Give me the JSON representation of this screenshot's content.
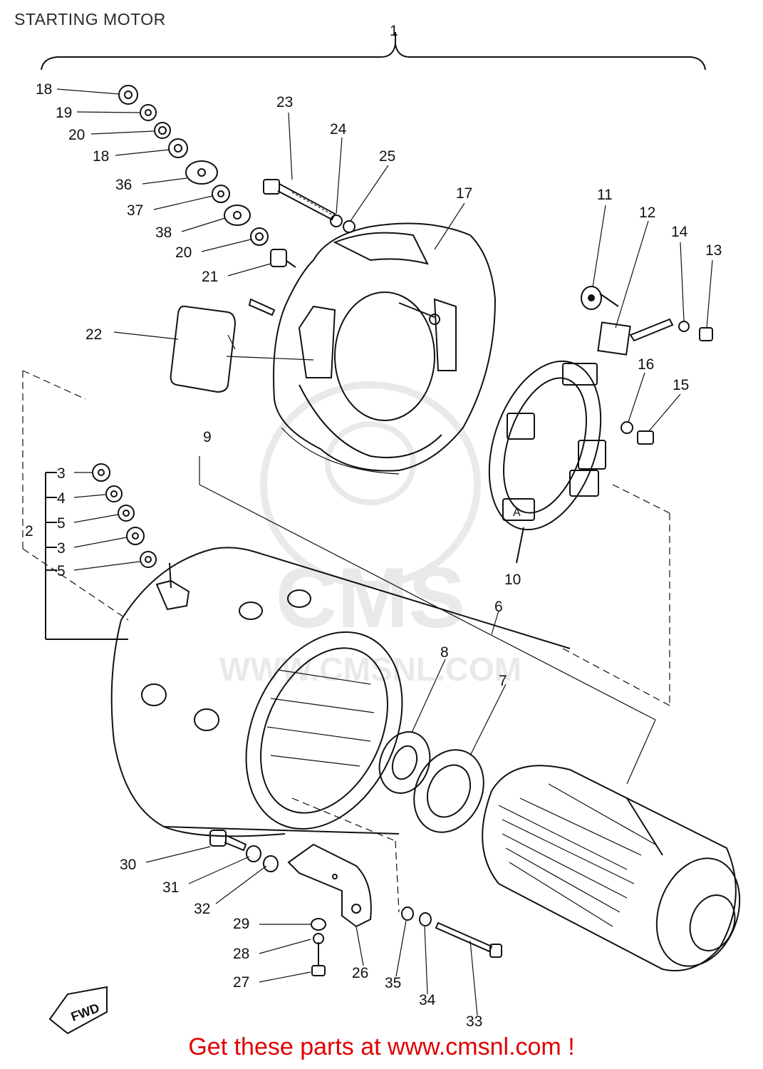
{
  "page": {
    "title": "STARTING MOTOR",
    "footer": "Get these parts at www.cmsnl.com !"
  },
  "watermark": {
    "logo": "CMS",
    "url": "WWW.CMSNL.COM"
  },
  "callouts": {
    "c1": "1",
    "c2": "2",
    "c3a": "3",
    "c3b": "3",
    "c4": "4",
    "c5a": "5",
    "c5b": "5",
    "c6": "6",
    "c7": "7",
    "c8": "8",
    "c9": "9",
    "c10": "10",
    "c11": "11",
    "c12": "12",
    "c13": "13",
    "c14": "14",
    "c15": "15",
    "c16": "16",
    "c17": "17",
    "c18a": "18",
    "c18b": "18",
    "c19": "19",
    "c20a": "20",
    "c20b": "20",
    "c21": "21",
    "c22": "22",
    "c23": "23",
    "c24": "24",
    "c25": "25",
    "c26": "26",
    "c27": "27",
    "c28": "28",
    "c29": "29",
    "c30": "30",
    "c31": "31",
    "c32": "32",
    "c33": "33",
    "c34": "34",
    "c35": "35",
    "c36": "36",
    "c37": "37",
    "c38": "38"
  },
  "colors": {
    "footer_text": "#e00000",
    "line_art": "#111111",
    "watermark": "#d8d8d8"
  },
  "icons": {
    "fwd_arrow": "fwd-arrow-icon"
  },
  "fwd_label": "FWD"
}
